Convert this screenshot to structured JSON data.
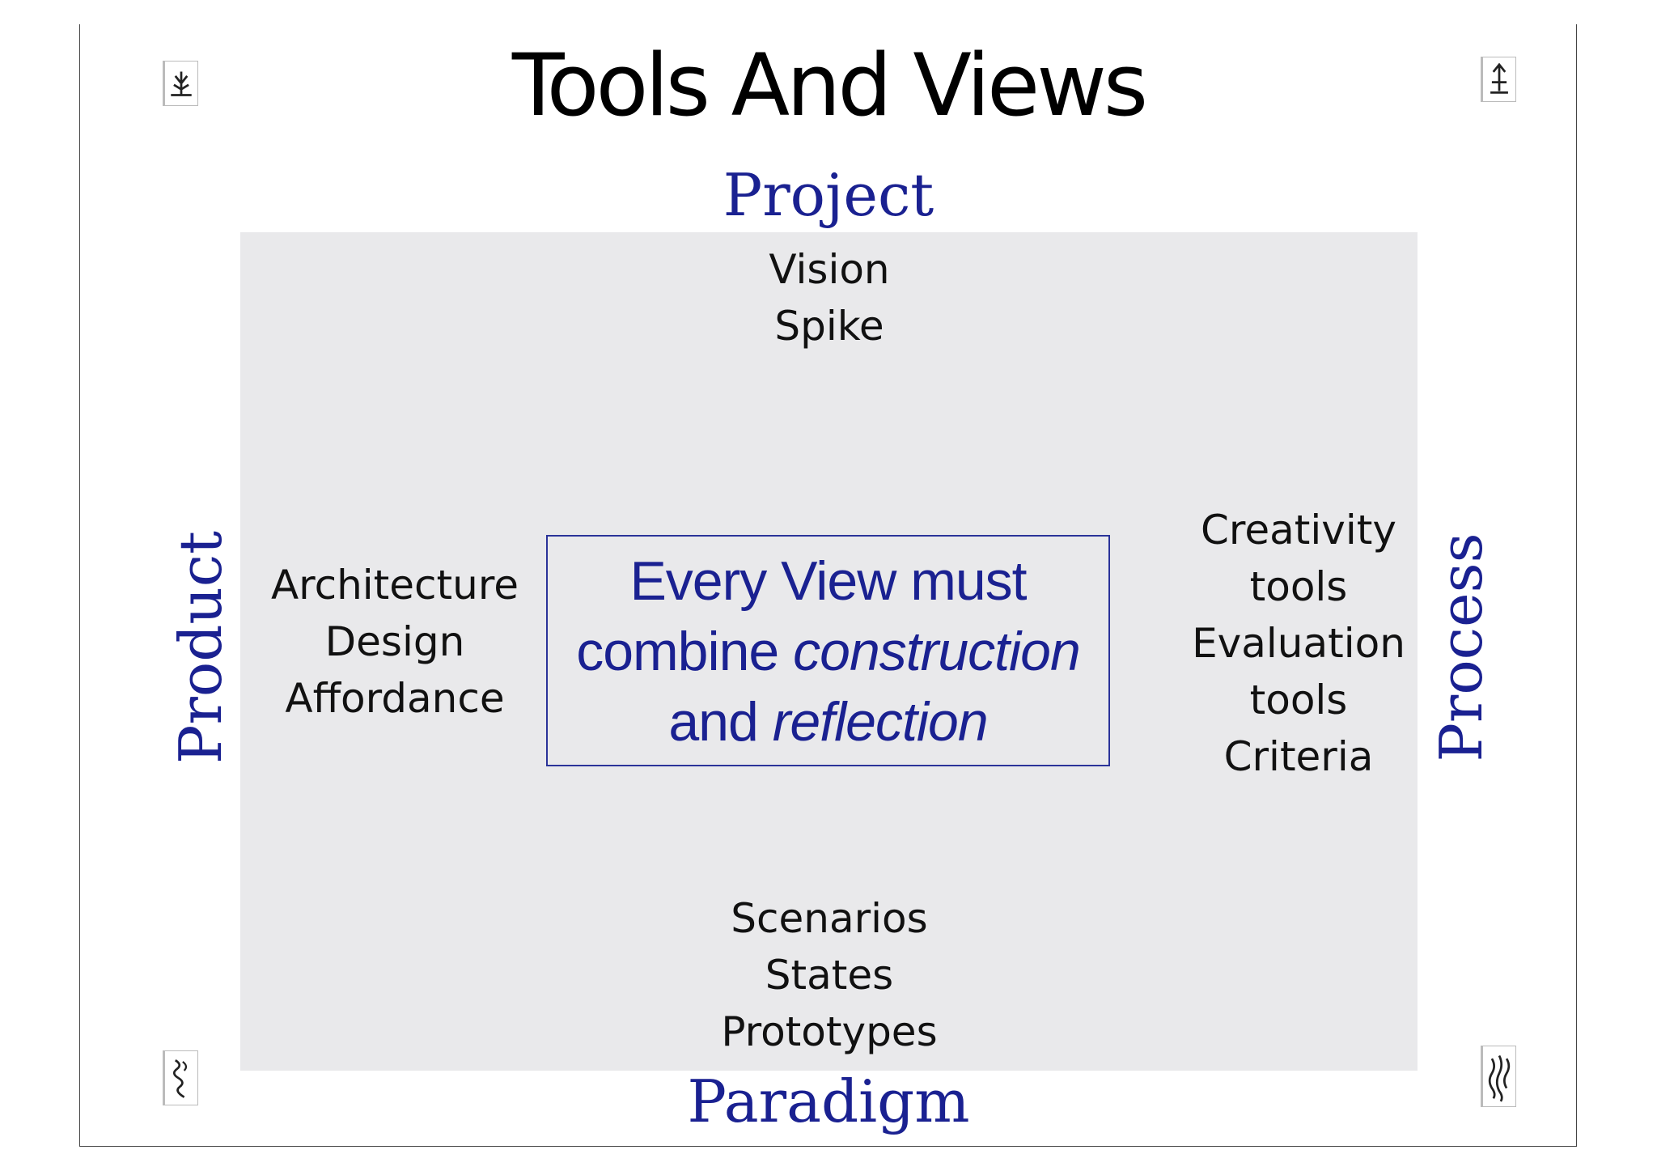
{
  "slide": {
    "title": "Tools And Views"
  },
  "axes": {
    "top": "Project",
    "bottom": "Paradigm",
    "left": "Product",
    "right": "Process"
  },
  "lists": {
    "top": [
      "Vision",
      "Spike"
    ],
    "left": [
      "Architecture",
      "Design",
      "Affordance"
    ],
    "right": [
      "Creativity",
      "tools",
      "Evaluation",
      "tools",
      "Criteria"
    ],
    "bottom": [
      "Scenarios",
      "States",
      "Prototypes"
    ]
  },
  "center_box": {
    "line1": "Every View must",
    "line2_plain": "combine ",
    "line2_italic": "construction",
    "line3_plain": "and ",
    "line3_italic": "reflection"
  },
  "icons": {
    "top_left": "plant-sprout-icon",
    "top_right": "arrow-up-icon",
    "bottom_left": "squiggle-icon",
    "bottom_right": "wavy-lines-icon"
  }
}
